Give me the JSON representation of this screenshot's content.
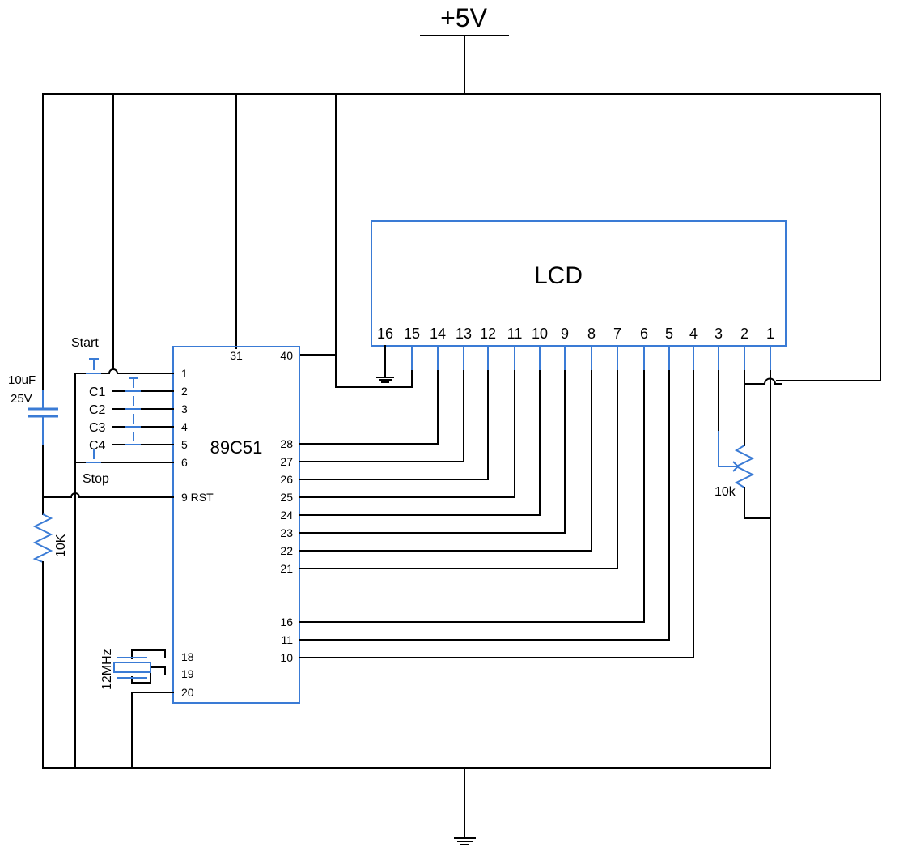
{
  "diagram": {
    "type": "circuit-schematic",
    "supply": {
      "label": "+5V"
    },
    "ground": {
      "label": "ground"
    },
    "mcu": {
      "label": "89C51",
      "pins_top": [
        "31",
        "40"
      ],
      "pins_left": [
        "1",
        "2",
        "3",
        "4",
        "5",
        "6",
        "9 RST",
        "18",
        "19",
        "20"
      ],
      "pins_right": [
        "28",
        "27",
        "26",
        "25",
        "24",
        "23",
        "22",
        "21",
        "16",
        "11",
        "10"
      ]
    },
    "lcd": {
      "label": "LCD",
      "pins": [
        "16",
        "15",
        "14",
        "13",
        "12",
        "11",
        "10",
        "9",
        "8",
        "7",
        "6",
        "5",
        "4",
        "3",
        "2",
        "1"
      ]
    },
    "switches": {
      "start": "Start",
      "stop": "Stop",
      "columns": [
        "C1",
        "C2",
        "C3",
        "C4"
      ]
    },
    "capacitor": {
      "value": "10uF",
      "voltage": "25V"
    },
    "reset_resistor": {
      "value": "10K"
    },
    "potentiometer": {
      "value": "10k"
    },
    "crystal": {
      "value": "12MHz"
    },
    "connections": [
      {
        "from": "89C51.28",
        "to": "LCD.14"
      },
      {
        "from": "89C51.27",
        "to": "LCD.13"
      },
      {
        "from": "89C51.26",
        "to": "LCD.12"
      },
      {
        "from": "89C51.25",
        "to": "LCD.11"
      },
      {
        "from": "89C51.24",
        "to": "LCD.10"
      },
      {
        "from": "89C51.23",
        "to": "LCD.9"
      },
      {
        "from": "89C51.22",
        "to": "LCD.8"
      },
      {
        "from": "89C51.21",
        "to": "LCD.7"
      },
      {
        "from": "89C51.16",
        "to": "LCD.6"
      },
      {
        "from": "89C51.11",
        "to": "LCD.5"
      },
      {
        "from": "89C51.10",
        "to": "LCD.4"
      },
      {
        "from": "LCD.3",
        "to": "10k.wiper"
      },
      {
        "from": "LCD.16",
        "to": "GND"
      },
      {
        "from": "LCD.15",
        "to": "+5V"
      },
      {
        "from": "LCD.2",
        "to": "+5V"
      },
      {
        "from": "LCD.1",
        "to": "GND"
      },
      {
        "from": "89C51.31",
        "to": "+5V"
      },
      {
        "from": "89C51.40",
        "to": "+5V"
      },
      {
        "from": "89C51.20",
        "to": "GND"
      },
      {
        "from": "89C51.18",
        "to": "12MHz"
      },
      {
        "from": "89C51.19",
        "to": "12MHz"
      },
      {
        "from": "89C51.9",
        "to": "RST network"
      }
    ]
  }
}
